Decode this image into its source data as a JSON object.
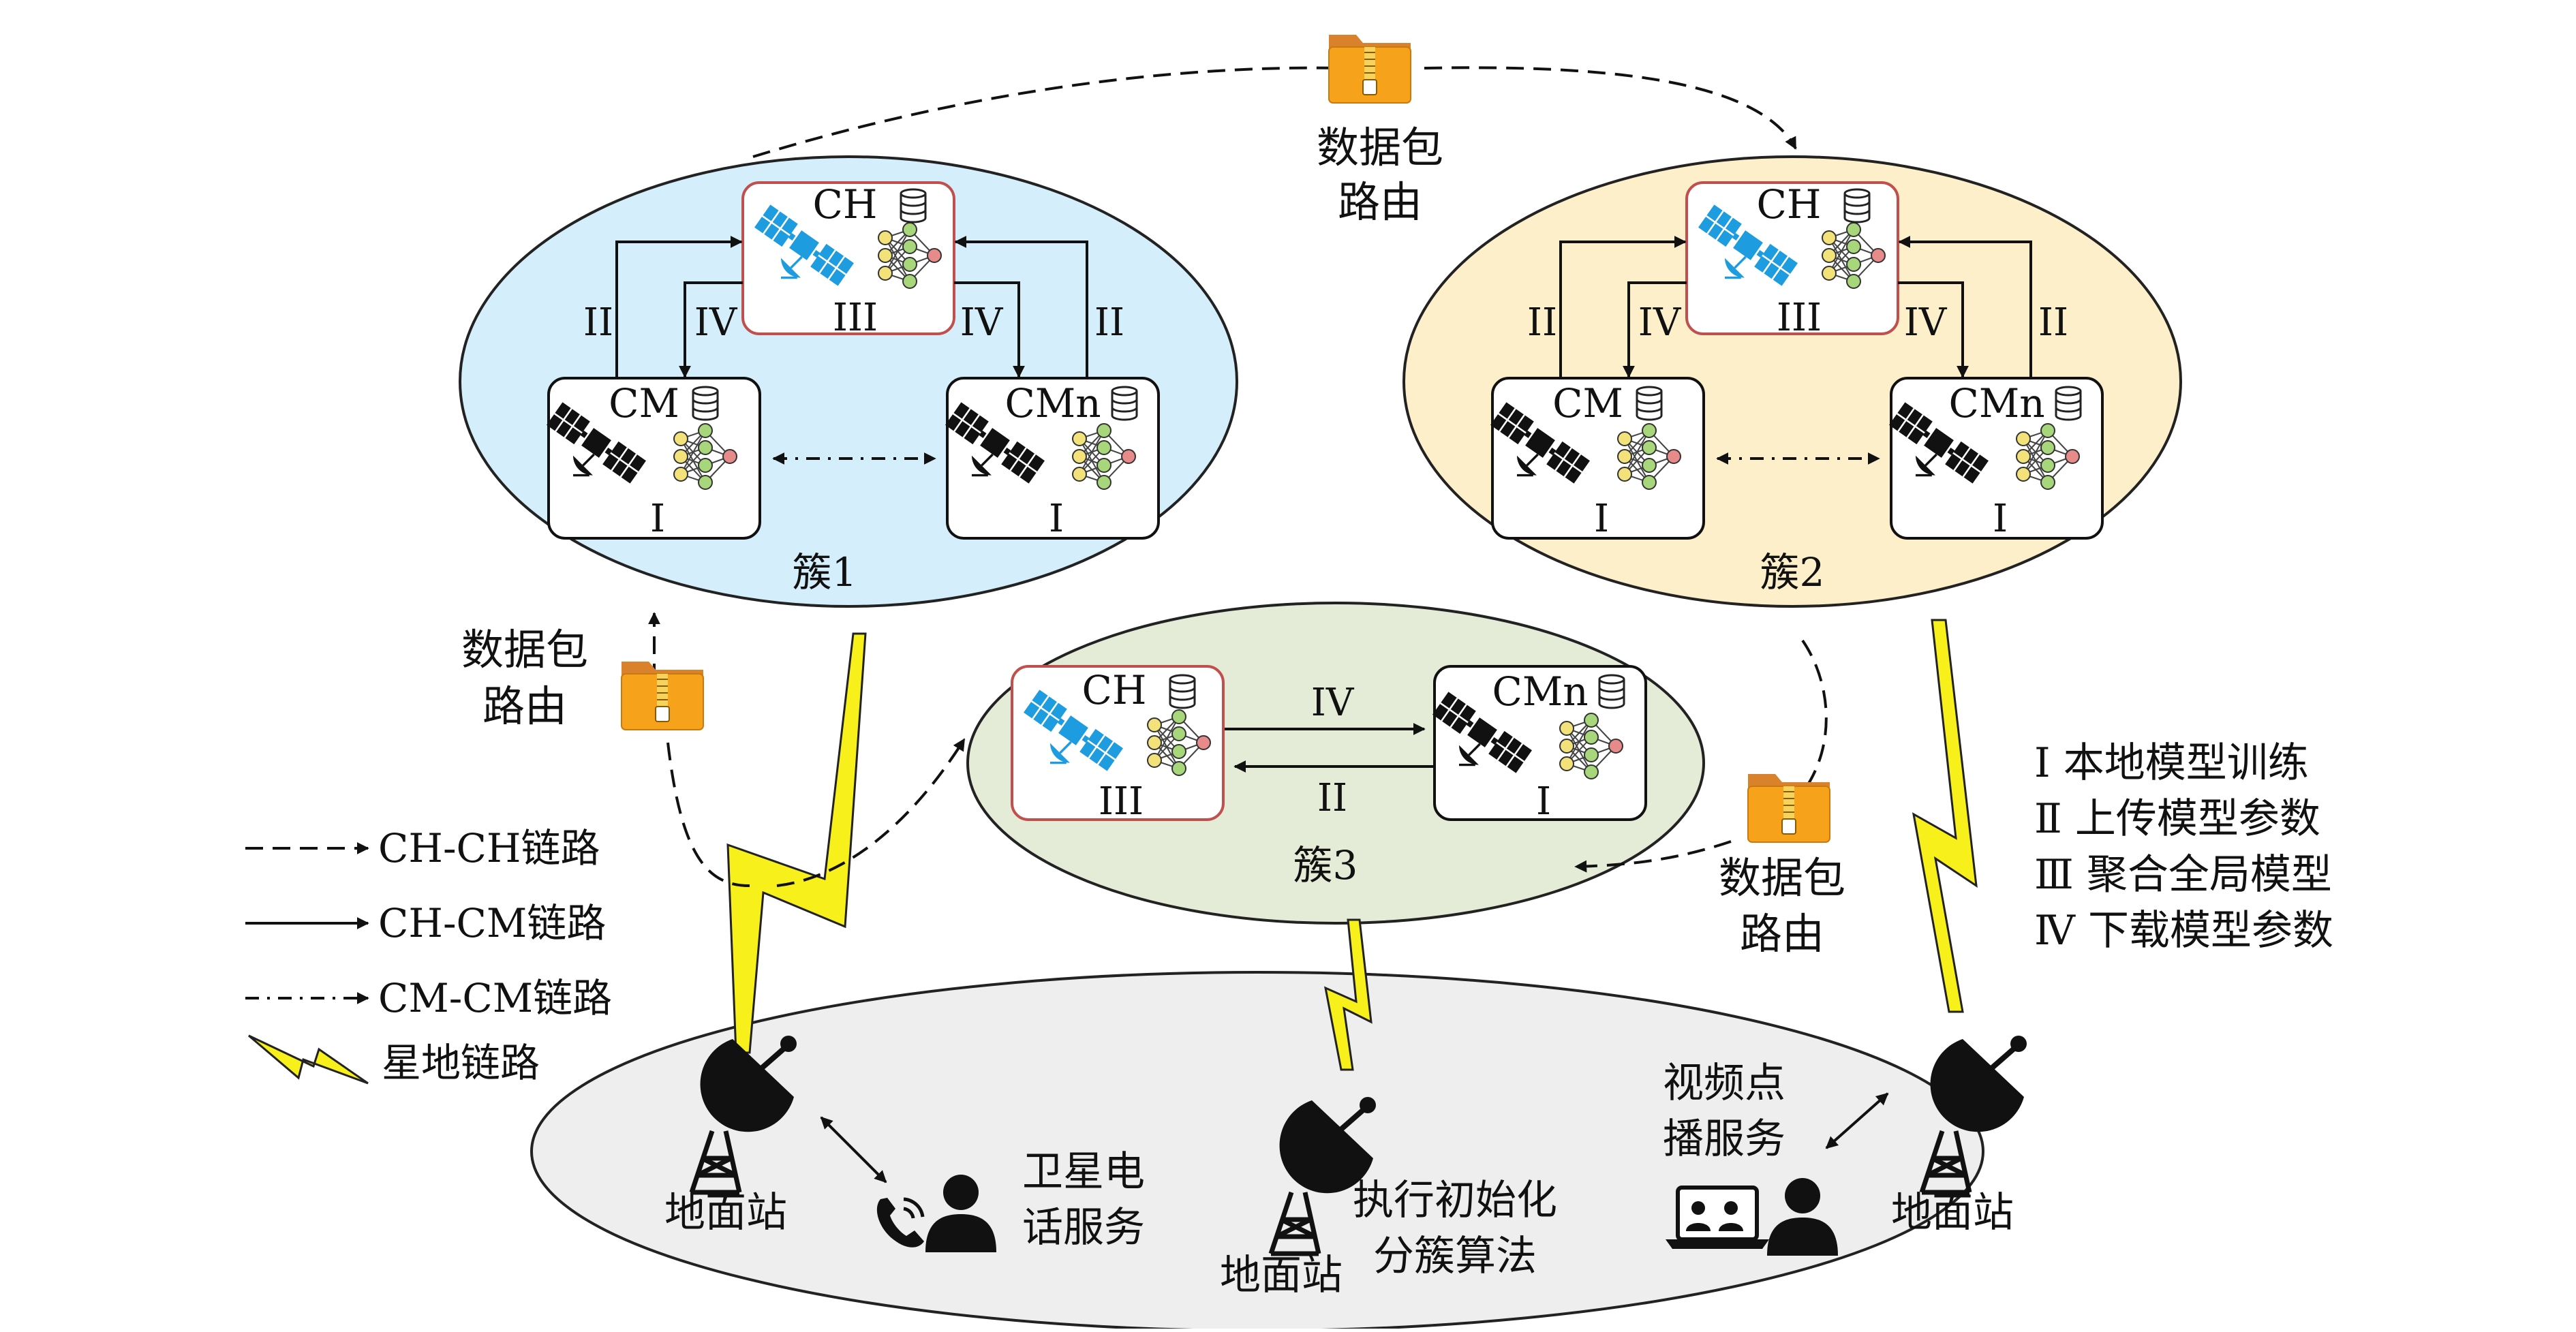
{
  "packet_label": [
    "数据包",
    "路由"
  ],
  "clusters": {
    "c1": {
      "name": "簇1",
      "fill": "#d5eefb"
    },
    "c2": {
      "name": "簇2",
      "fill": "#fdefc9"
    },
    "c3": {
      "name": "簇3",
      "fill": "#e4ebd6"
    }
  },
  "node_labels": {
    "ch": "CH",
    "cm": "CM",
    "cmn": "CMn"
  },
  "steps": {
    "i": "I",
    "ii": "II",
    "iii": "III",
    "iv": "IV"
  },
  "legend": {
    "ch_ch": "CH-CH链路",
    "ch_cm": "CH-CM链路",
    "cm_cm": "CM-CM链路",
    "sat_ground": "星地链路"
  },
  "steps_legend": [
    "Ⅰ 本地模型训练",
    "Ⅱ 上传模型参数",
    "Ⅲ 聚合全局模型",
    "Ⅳ 下载模型参数"
  ],
  "ground": {
    "station": "地面站",
    "phone_service": [
      "卫星电",
      "话服务"
    ],
    "init_cluster": [
      "执行初始化",
      "分簇算法"
    ],
    "video_service": [
      "视频点",
      "播服务"
    ]
  },
  "colors": {
    "ch_box_border": "#c0504d",
    "satellite_blue": "#1e9ce0",
    "satellite_black": "#111111",
    "lightning": "#f7f01b",
    "folder": "#f7a21b",
    "ground_fill": "#eeeeee"
  }
}
